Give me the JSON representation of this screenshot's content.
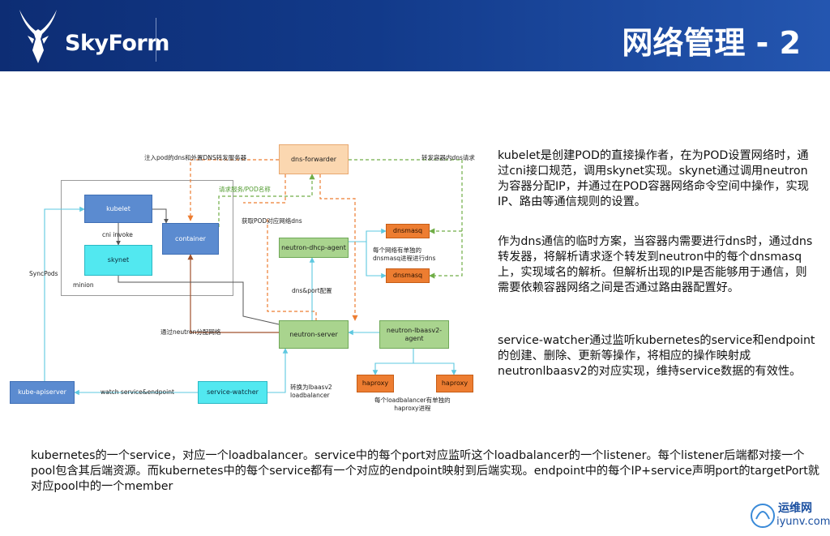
{
  "header": {
    "logo_text": "SkyForm",
    "title": "网络管理 - 2"
  },
  "diagram": {
    "nodes": {
      "dns_forwarder": "dns-forwarder",
      "kubelet": "kubelet",
      "container": "container",
      "skynet": "skynet",
      "minion": "minion",
      "dnsmasq_1": "dnsmasq",
      "dnsmasq_2": "dnsmasq",
      "neutron_dhcp_agent": "neutron-dhcp-agent",
      "neutron_server": "neutron-server",
      "neutron_lbaasv2_agent": "neutron-lbaasv2-\nagent",
      "haproxy_1": "haproxy",
      "haproxy_2": "haproxy",
      "kube_apiserver": "kube-apiserver",
      "service_watcher": "service-watcher"
    },
    "labels": {
      "inject_dns": "注入pod的dns和外置DNS转发服务器",
      "forward_dns": "转发容器内dns请求",
      "request_service": "请求服务/POD名称",
      "get_pod_dns": "获取POD对应网络dns",
      "cni_invoke": "cni invoke",
      "syncpods": "SyncPods",
      "each_network_dnsmasq": "每个网络有单独的\ndnsmasq进程进行dns",
      "dns_port_config": "dns&port配置",
      "allocate_ip": "通过neutron分配网络",
      "watch": "watch service&endpoint",
      "convert_lb": "转换为lbaasv2\nloadbalancer",
      "each_lb_haproxy": "每个loadbalancer有单独的\nhaproxy进程"
    }
  },
  "paragraphs": {
    "p1": "kubelet是创建POD的直接操作者，在为POD设置网络时，通过cni接口规范，调用skynet实现。skynet通过调用neutron为容器分配IP，并通过在POD容器网络命令空间中操作，实现IP、路由等通信规则的设置。",
    "p2": "作为dns通信的临时方案，当容器内需要进行dns时，通过dns转发器，将解析请求逐个转发到neutron中的每个dnsmasq上，实现域名的解析。但解析出现的IP是否能够用于通信，则需要依赖容器网络之间是否通过路由器配置好。",
    "p3": "service-watcher通过监听kubernetes的service和endpoint的创建、删除、更新等操作，将相应的操作映射成neutronlbaasv2的对应实现，维持service数据的有效性。",
    "bottom": "kubernetes的一个service，对应一个loadbalancer。service中的每个port对应监听这个loadbalancer的一个listener。每个listener后端都对接一个pool包含其后端资源。而kubernetes中的每个service都有一个对应的endpoint映射到后端实现。endpoint中的每个IP+service声明port的targetPort就对应pool中的一个member"
  },
  "watermark": {
    "line1": "运维网",
    "line2": "iyunv.com"
  },
  "colors": {
    "header": "#123a8a",
    "blue_box": "#5b8bd0",
    "cyan_box": "#52e8f0",
    "peach_box": "#fbd7b0",
    "green_box": "#a9d48e",
    "orange_box": "#ed7d31",
    "dashed_orange": "#ed7d31",
    "dashed_green": "#70ad47",
    "line_cyan": "#5ec8e0",
    "line_brown": "#a0522d"
  }
}
